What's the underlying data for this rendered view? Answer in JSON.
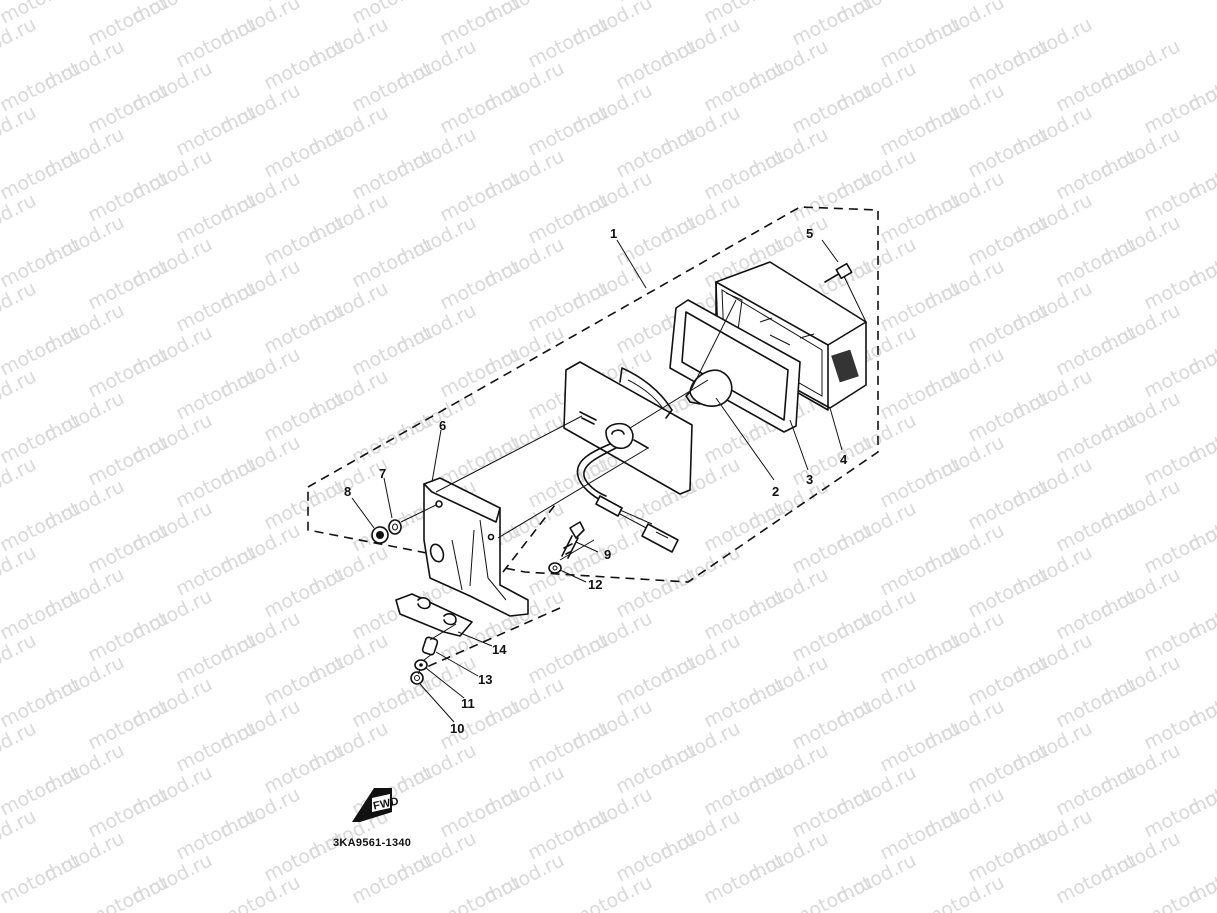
{
  "watermark": {
    "text": "motod.ru"
  },
  "diagram_code": "3KA9561-1340",
  "fwd_badge": {
    "text": "FWD"
  },
  "callouts": {
    "p1": "1",
    "p2": "2",
    "p3": "3",
    "p4": "4",
    "p5": "5",
    "p6": "6",
    "p7": "7",
    "p8": "8",
    "p9": "9",
    "p10": "10",
    "p11": "11",
    "p12": "12",
    "p13": "13",
    "p14": "14"
  }
}
